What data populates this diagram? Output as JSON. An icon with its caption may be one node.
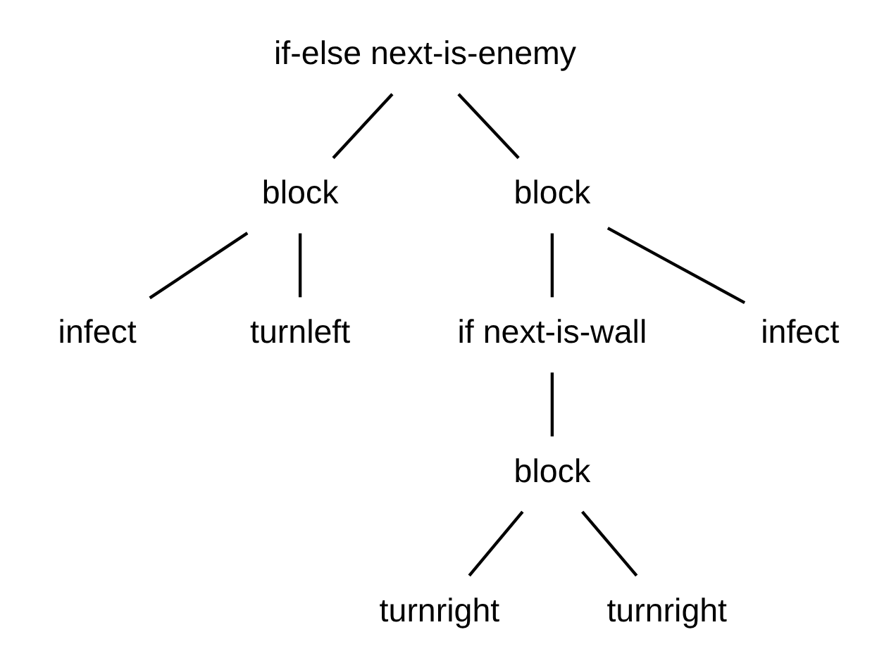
{
  "diagram": {
    "nodes": [
      {
        "text": [
          "if-else next-is-enemy"
        ]
      },
      {
        "text": [
          "block"
        ]
      },
      {
        "text": [
          "block"
        ]
      },
      {
        "text": [
          "infect"
        ]
      },
      {
        "text": [
          "turnleft"
        ]
      },
      {
        "text": [
          "if next-is-wall"
        ]
      },
      {
        "text": [
          "infect"
        ]
      },
      {
        "text": [
          "block"
        ]
      },
      {
        "text": [
          "turnright"
        ]
      },
      {
        "text": [
          "turnright"
        ]
      }
    ],
    "edges": [
      {
        "from": 0,
        "to": 1,
        "arrow": "none"
      },
      {
        "from": 0,
        "to": 2,
        "arrow": "none"
      },
      {
        "from": 1,
        "to": 3,
        "arrow": "none"
      },
      {
        "from": 1,
        "to": 4,
        "arrow": "none"
      },
      {
        "from": 2,
        "to": 5,
        "arrow": "none"
      },
      {
        "from": 2,
        "to": 6,
        "arrow": "none"
      },
      {
        "from": 5,
        "to": 7,
        "arrow": "none"
      },
      {
        "from": 7,
        "to": 8,
        "arrow": "none"
      },
      {
        "from": 7,
        "to": 9,
        "arrow": "none"
      }
    ]
  }
}
